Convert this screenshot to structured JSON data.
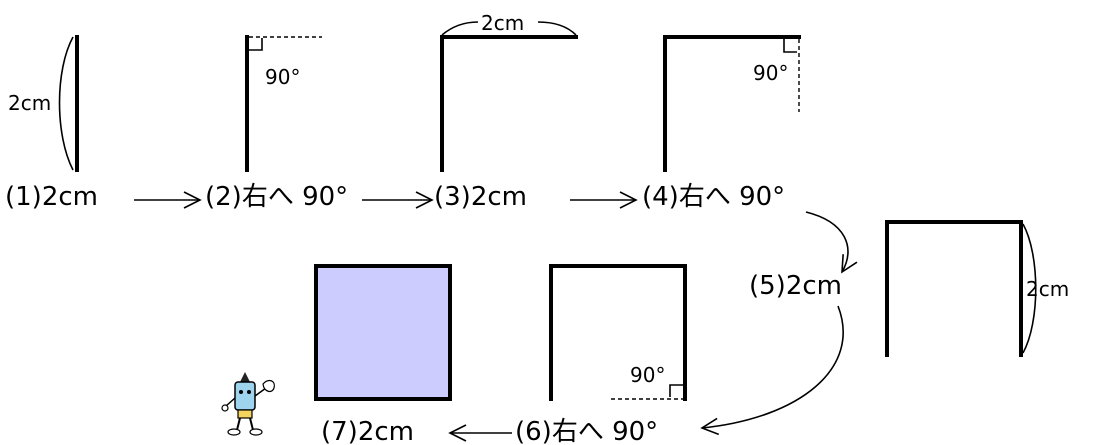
{
  "steps": [
    {
      "label": "(1)2cm"
    },
    {
      "label": "(2)右へ 90°"
    },
    {
      "label": "(3)2cm"
    },
    {
      "label": "(4)右へ 90°"
    },
    {
      "label": "(5)2cm"
    },
    {
      "label": "(6)右へ 90°"
    },
    {
      "label": "(7)2cm"
    }
  ],
  "annotations": {
    "length_2cm": "2cm",
    "angle_90": "90°"
  },
  "colors": {
    "square_fill": "#ccccff",
    "stroke": "#000000",
    "background": "#ffffff"
  },
  "icons": {
    "mascot": "pencil-robot-icon"
  }
}
